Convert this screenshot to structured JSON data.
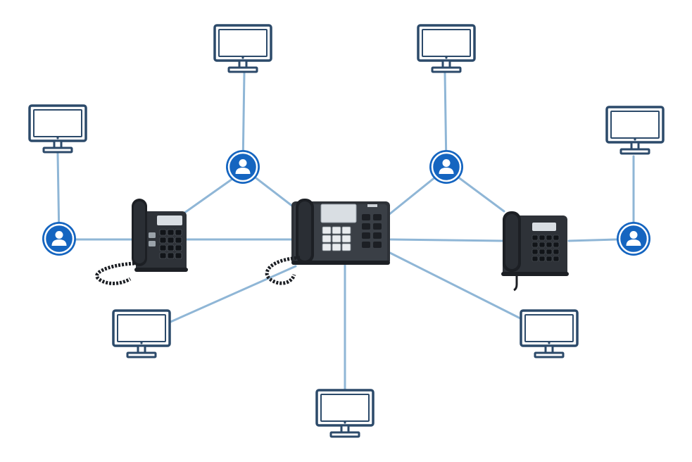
{
  "diagram": {
    "colors": {
      "background": "#ffffff",
      "link": "#8fb6d6",
      "monitor_stroke": "#2c4a6a",
      "monitor_screen": "#ffffff",
      "user_badge": "#1565c0",
      "user_badge_ring": "#ffffff",
      "phone_body": "#2e3238",
      "phone_dark": "#1c1f24",
      "phone_screen": "#d9dee3",
      "phone_key": "#e9ecef"
    },
    "icons": {
      "monitor": "monitor-icon",
      "user": "user-icon",
      "desk_phone": "desk-phone-icon"
    },
    "nodes": [
      {
        "id": "monitor-top-left",
        "type": "monitor"
      },
      {
        "id": "monitor-top-right",
        "type": "monitor"
      },
      {
        "id": "monitor-left",
        "type": "monitor"
      },
      {
        "id": "monitor-right",
        "type": "monitor"
      },
      {
        "id": "monitor-bottom-left",
        "type": "monitor"
      },
      {
        "id": "monitor-bottom-right",
        "type": "monitor"
      },
      {
        "id": "monitor-bottom",
        "type": "monitor"
      },
      {
        "id": "user-top-left",
        "type": "user"
      },
      {
        "id": "user-top-right",
        "type": "user"
      },
      {
        "id": "user-left",
        "type": "user"
      },
      {
        "id": "user-right",
        "type": "user"
      },
      {
        "id": "phone-left",
        "type": "phone"
      },
      {
        "id": "phone-center",
        "type": "phone"
      },
      {
        "id": "phone-right",
        "type": "phone"
      }
    ],
    "links": [
      [
        "monitor-top-left",
        "user-top-left"
      ],
      [
        "monitor-top-right",
        "user-top-right"
      ],
      [
        "monitor-left",
        "user-left"
      ],
      [
        "monitor-right",
        "user-right"
      ],
      [
        "user-left",
        "phone-left"
      ],
      [
        "phone-left",
        "phone-center"
      ],
      [
        "user-top-left",
        "phone-left"
      ],
      [
        "user-top-left",
        "phone-center"
      ],
      [
        "user-top-right",
        "phone-center"
      ],
      [
        "user-top-right",
        "phone-right"
      ],
      [
        "phone-center",
        "phone-right"
      ],
      [
        "phone-right",
        "user-right"
      ],
      [
        "phone-center",
        "monitor-bottom-left"
      ],
      [
        "phone-center",
        "monitor-bottom-right"
      ],
      [
        "phone-center",
        "monitor-bottom"
      ]
    ]
  }
}
